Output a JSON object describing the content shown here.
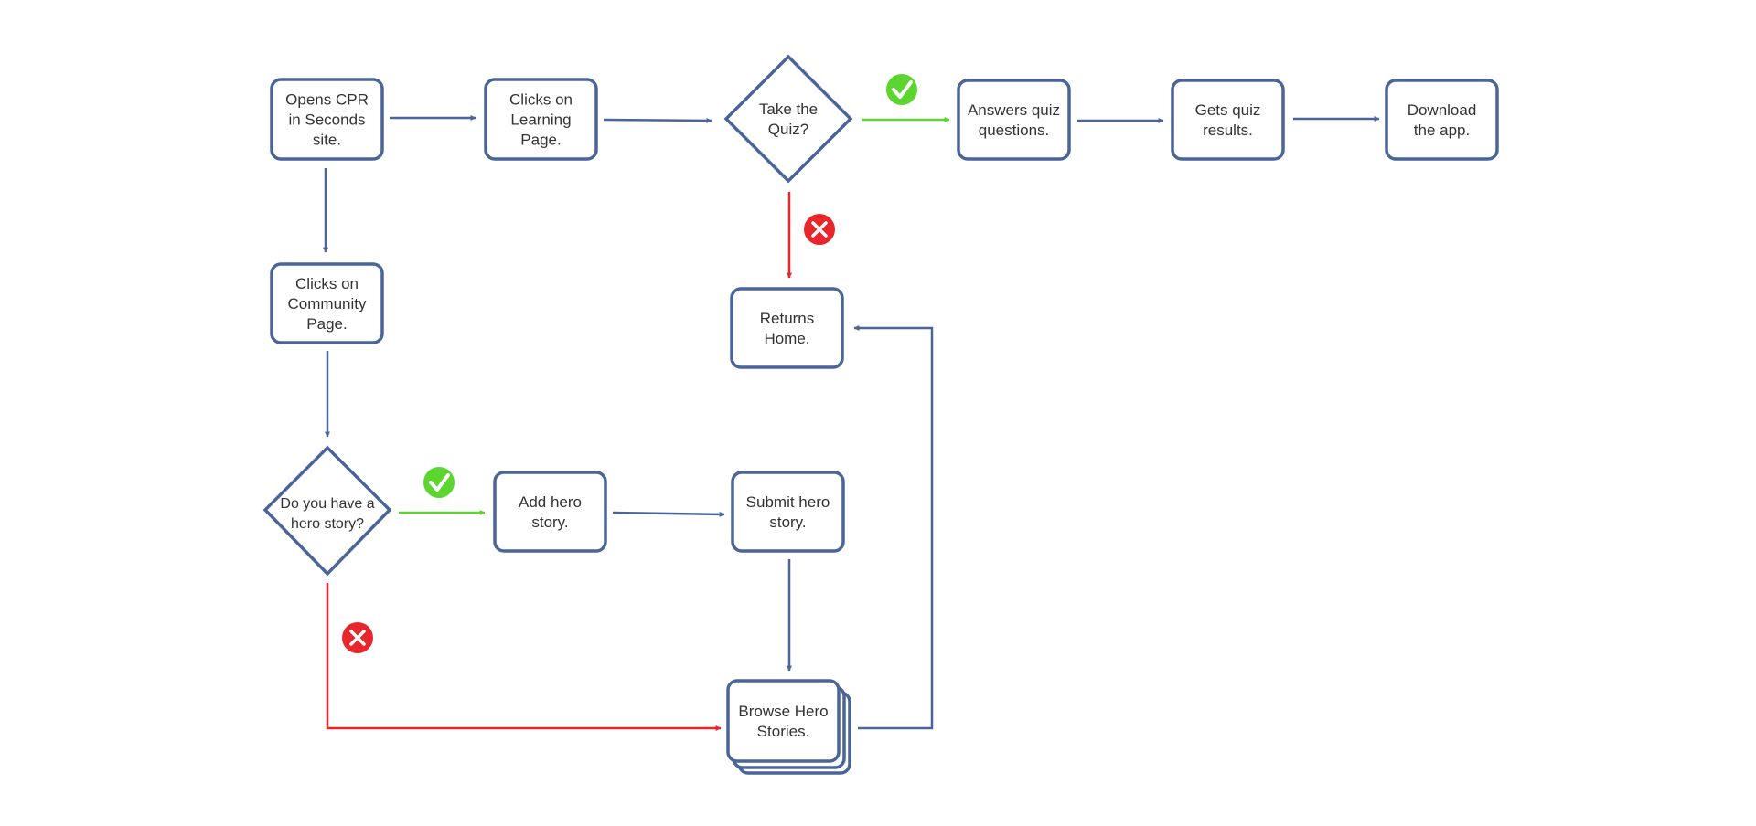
{
  "colors": {
    "node_stroke": "#4a6598",
    "flow_default": "#4a6598",
    "flow_yes": "#5cd62e",
    "flow_no": "#e8262b",
    "text": "#333333"
  },
  "icons": {
    "yes": "check-circle-icon",
    "no": "x-circle-icon"
  },
  "nodes": {
    "opens_site": "Opens CPR\nin Seconds\nsite.",
    "learning_page": "Clicks on\nLearning\nPage.",
    "take_quiz": "Take the\nQuiz?",
    "answers_quiz": "Answers quiz\nquestions.",
    "quiz_results": "Gets quiz\nresults.",
    "download_app": "Download\nthe app.",
    "community_page": "Clicks on\nCommunity\nPage.",
    "returns_home": "Returns\nHome.",
    "hero_story_question": "Do you have a\nhero story?",
    "add_hero_story": "Add hero\nstory.",
    "submit_hero_story": "Submit hero\nstory.",
    "browse_hero_stories": "Browse Hero\nStories."
  }
}
